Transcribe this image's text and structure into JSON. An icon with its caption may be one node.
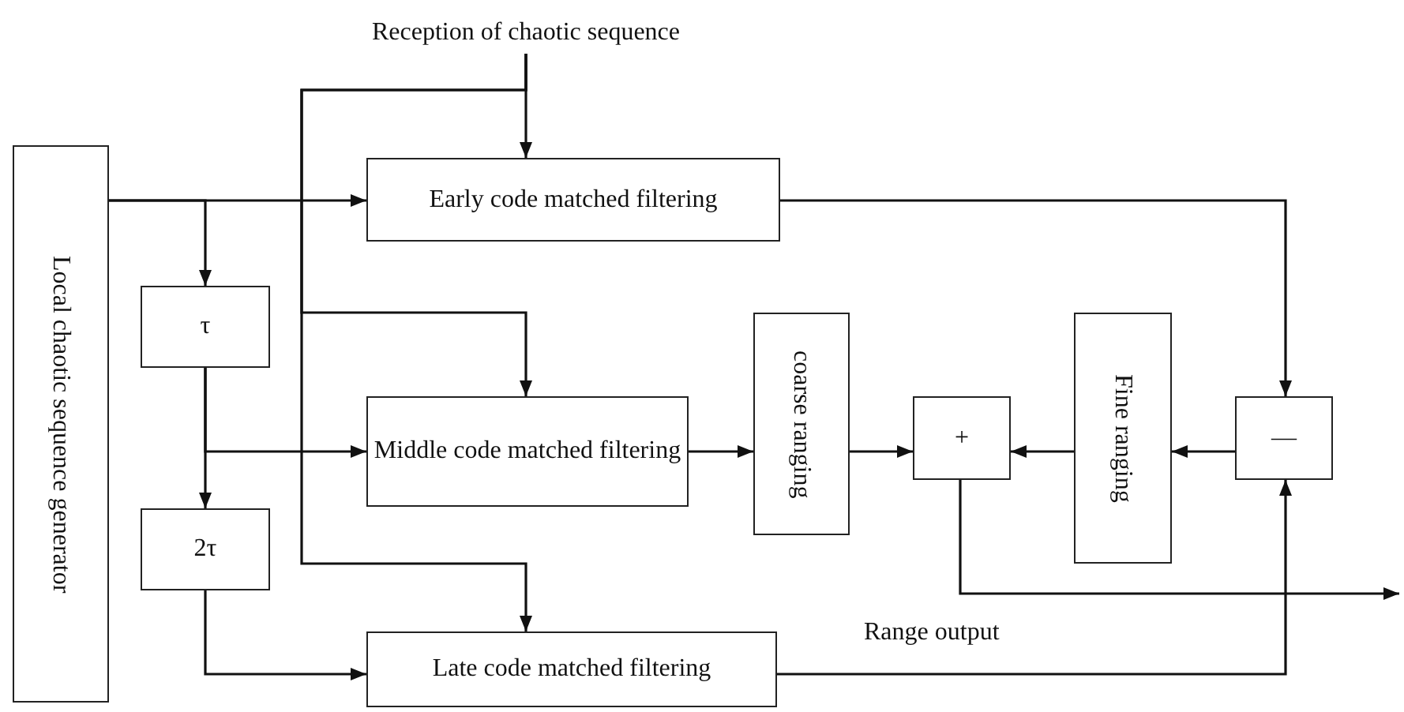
{
  "diagram": {
    "nodes": [
      {
        "text": [
          "Reception of chaotic sequence"
        ]
      },
      {
        "text": [
          "Local chaotic sequence generator"
        ]
      },
      {
        "text": [
          "Early code matched filtering"
        ]
      },
      {
        "text": [
          "τ"
        ]
      },
      {
        "text": [
          "Middle code matched filtering"
        ]
      },
      {
        "text": [
          "2τ"
        ]
      },
      {
        "text": [
          "Late code matched filtering"
        ]
      },
      {
        "text": [
          "coarse ranging"
        ]
      },
      {
        "text": [
          "+"
        ]
      },
      {
        "text": [
          "Fine ranging"
        ]
      },
      {
        "text": [
          "—"
        ]
      }
    ],
    "edges": [
      {
        "from": 0,
        "to": 2,
        "arrow": "to"
      },
      {
        "from": 0,
        "to": 4,
        "arrow": "to"
      },
      {
        "from": 0,
        "to": 6,
        "arrow": "to"
      },
      {
        "from": 1,
        "to": 2,
        "arrow": "to"
      },
      {
        "from": 1,
        "to": 3,
        "arrow": "to"
      },
      {
        "from": 3,
        "to": 4,
        "arrow": "to"
      },
      {
        "from": 3,
        "to": 5,
        "arrow": "to"
      },
      {
        "from": 5,
        "to": 6,
        "arrow": "to"
      },
      {
        "from": 4,
        "to": 7,
        "arrow": "to"
      },
      {
        "from": 7,
        "to": 8,
        "arrow": "to"
      },
      {
        "from": 9,
        "to": 8,
        "arrow": "to"
      },
      {
        "from": 10,
        "to": 9,
        "arrow": "to"
      },
      {
        "from": 2,
        "to": 10,
        "arrow": "to"
      },
      {
        "from": 6,
        "to": 10,
        "arrow": "to"
      },
      {
        "from": 8,
        "to": null,
        "arrow": "to",
        "label": "Range output"
      }
    ]
  }
}
